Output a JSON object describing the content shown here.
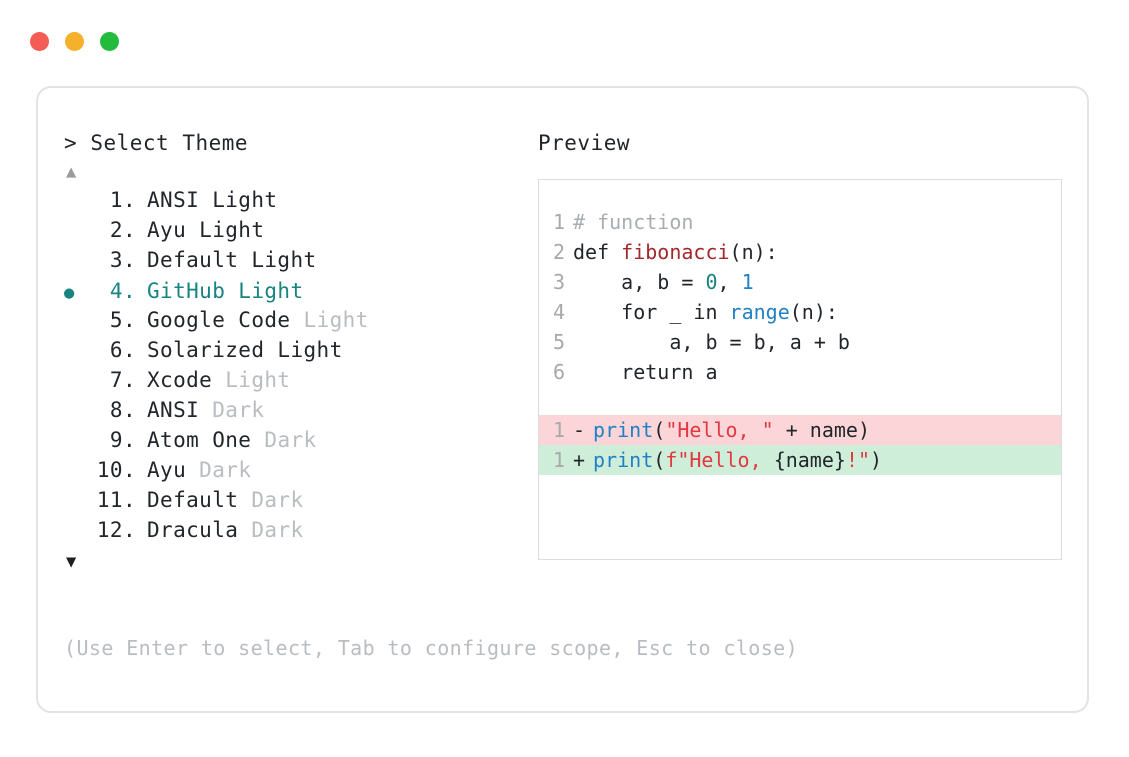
{
  "window": {
    "dots": [
      {
        "name": "close",
        "color": "#f45c56"
      },
      {
        "name": "minimize",
        "color": "#f5b12c"
      },
      {
        "name": "maximize",
        "color": "#23bb3c"
      }
    ]
  },
  "selector": {
    "prompt_symbol": ">",
    "prompt_label": "Select Theme",
    "scroll_up_glyph": "▲",
    "scroll_down_glyph": "▼",
    "bullet_glyph": "●",
    "selected_index": 4,
    "accent_color": "#178480",
    "items": [
      {
        "number": "1.",
        "name": "ANSI Light",
        "variant": "",
        "selected": false
      },
      {
        "number": "2.",
        "name": "Ayu Light",
        "variant": "",
        "selected": false
      },
      {
        "number": "3.",
        "name": "Default Light",
        "variant": "",
        "selected": false
      },
      {
        "number": "4.",
        "name": "GitHub Light",
        "variant": "",
        "selected": true
      },
      {
        "number": "5.",
        "name": "Google Code",
        "variant": "Light",
        "selected": false
      },
      {
        "number": "6.",
        "name": "Solarized Light",
        "variant": "",
        "selected": false
      },
      {
        "number": "7.",
        "name": "Xcode",
        "variant": "Light",
        "selected": false
      },
      {
        "number": "8.",
        "name": "ANSI",
        "variant": "Dark",
        "selected": false
      },
      {
        "number": "9.",
        "name": "Atom One",
        "variant": "Dark",
        "selected": false
      },
      {
        "number": "10.",
        "name": "Ayu",
        "variant": "Dark",
        "selected": false
      },
      {
        "number": "11.",
        "name": "Default",
        "variant": "Dark",
        "selected": false
      },
      {
        "number": "12.",
        "name": "Dracula",
        "variant": "Dark",
        "selected": false
      }
    ]
  },
  "preview": {
    "label": "Preview",
    "code_lines": [
      {
        "gutter": "1",
        "tokens": [
          {
            "t": "# function",
            "c": "tok-comment"
          }
        ]
      },
      {
        "gutter": "2",
        "tokens": [
          {
            "t": "def ",
            "c": "tok-keyword"
          },
          {
            "t": "fibonacci",
            "c": "tok-func"
          },
          {
            "t": "(n):",
            "c": "tok-plain"
          }
        ]
      },
      {
        "gutter": "3",
        "tokens": [
          {
            "t": "    a, b = ",
            "c": "tok-plain"
          },
          {
            "t": "0",
            "c": "tok-num-teal"
          },
          {
            "t": ", ",
            "c": "tok-plain"
          },
          {
            "t": "1",
            "c": "tok-num-blue"
          }
        ]
      },
      {
        "gutter": "4",
        "tokens": [
          {
            "t": "    for _ in ",
            "c": "tok-plain"
          },
          {
            "t": "range",
            "c": "tok-builtin"
          },
          {
            "t": "(n):",
            "c": "tok-plain"
          }
        ]
      },
      {
        "gutter": "5",
        "tokens": [
          {
            "t": "        a, b = b, a + b",
            "c": "tok-plain"
          }
        ]
      },
      {
        "gutter": "6",
        "tokens": [
          {
            "t": "    return a",
            "c": "tok-plain"
          }
        ]
      }
    ],
    "diff_lines": [
      {
        "kind": "del",
        "gutter": "1",
        "sign": "-",
        "background": "#fbd5d8",
        "tokens": [
          {
            "t": "print",
            "c": "tok-builtin"
          },
          {
            "t": "(",
            "c": "tok-plain"
          },
          {
            "t": "\"Hello, \"",
            "c": "tok-string"
          },
          {
            "t": " + name)",
            "c": "tok-plain"
          }
        ]
      },
      {
        "kind": "add",
        "gutter": "1",
        "sign": "+",
        "background": "#cfeeda",
        "tokens": [
          {
            "t": "print",
            "c": "tok-builtin"
          },
          {
            "t": "(",
            "c": "tok-plain"
          },
          {
            "t": "f\"Hello, ",
            "c": "tok-string"
          },
          {
            "t": "{name}",
            "c": "tok-plain"
          },
          {
            "t": "!\"",
            "c": "tok-string"
          },
          {
            "t": ")",
            "c": "tok-plain"
          }
        ]
      }
    ]
  },
  "footer": {
    "hint": "(Use Enter to select, Tab to configure scope, Esc to close)"
  }
}
